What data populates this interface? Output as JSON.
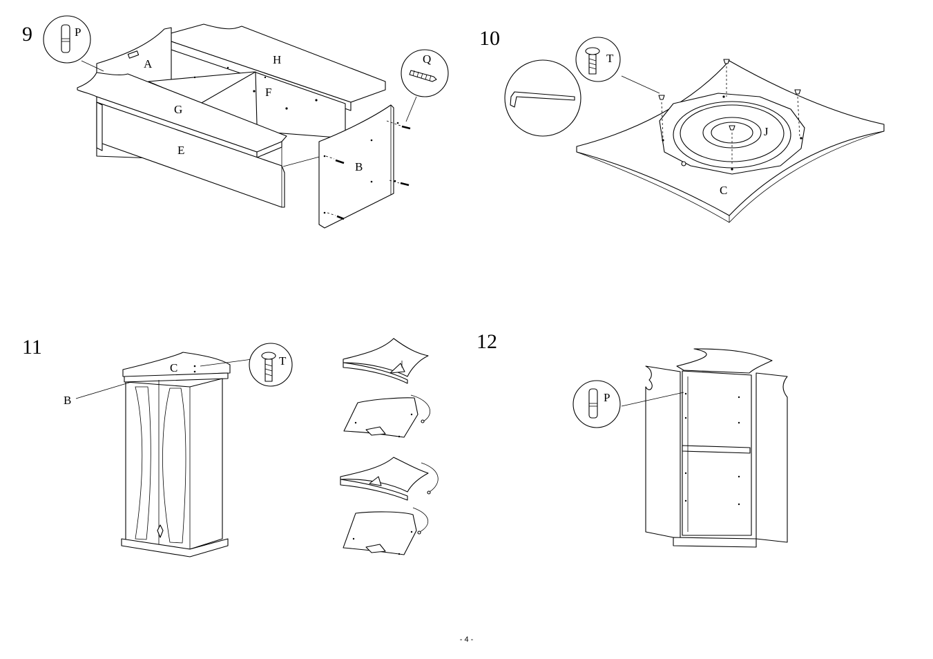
{
  "steps": [
    {
      "number": "9",
      "labels": {
        "P": "P",
        "A": "A",
        "H": "H",
        "F": "F",
        "G": "G",
        "E": "E",
        "B": "B",
        "Q": "Q"
      }
    },
    {
      "number": "10",
      "labels": {
        "T": "T",
        "J": "J",
        "C": "C"
      }
    },
    {
      "number": "11",
      "labels": {
        "C": "C",
        "B": "B",
        "T": "T"
      }
    },
    {
      "number": "12",
      "labels": {
        "P": "P"
      }
    }
  ],
  "footer": {
    "page": "- 4 -"
  },
  "icons": [
    "dowel-pin-icon",
    "screw-icon",
    "hex-key-icon",
    "rotate-arrow-icon"
  ]
}
